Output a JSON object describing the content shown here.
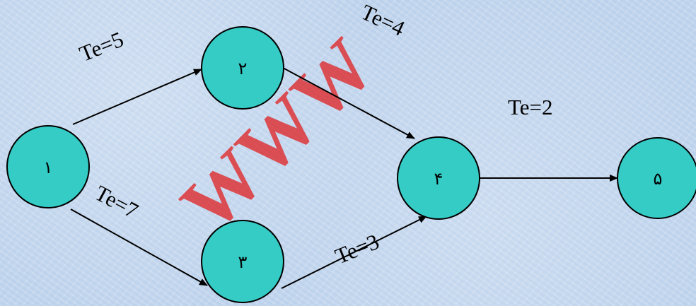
{
  "nodes": [
    {
      "id": "1",
      "label": "١"
    },
    {
      "id": "2",
      "label": "٢"
    },
    {
      "id": "3",
      "label": "٣"
    },
    {
      "id": "4",
      "label": "۴"
    },
    {
      "id": "5",
      "label": "۵"
    }
  ],
  "edges": [
    {
      "from": "1",
      "to": "2",
      "label": "Te=5"
    },
    {
      "from": "2",
      "to": "4",
      "label": "Te=4"
    },
    {
      "from": "1",
      "to": "3",
      "label": "Te=7"
    },
    {
      "from": "3",
      "to": "4",
      "label": "Te=3"
    },
    {
      "from": "4",
      "to": "5",
      "label": "Te=2"
    }
  ],
  "watermark": "WWW",
  "colors": {
    "node_fill": "#35ccc6",
    "watermark": "#e02020"
  }
}
